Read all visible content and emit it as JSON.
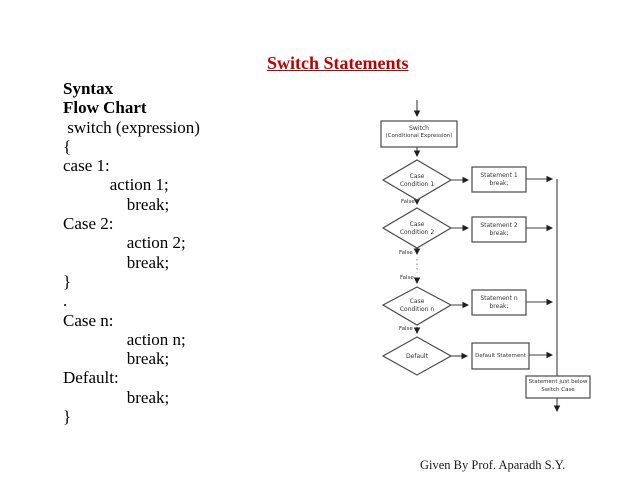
{
  "title": "Switch Statements",
  "syntax": {
    "lines": [
      {
        "text": "Syntax",
        "bold": true
      },
      {
        "text": "Flow Chart",
        "bold": true
      },
      {
        "text": " switch (expression)",
        "bold": false
      },
      {
        "text": "{",
        "bold": false
      },
      {
        "text": "case 1:",
        "bold": false
      },
      {
        "text": "           action 1;",
        "bold": false
      },
      {
        "text": "               break;",
        "bold": false
      },
      {
        "text": "Case 2:",
        "bold": false
      },
      {
        "text": "               action 2;",
        "bold": false
      },
      {
        "text": "               break;",
        "bold": false
      },
      {
        "text": "}",
        "bold": false
      },
      {
        "text": ".",
        "bold": false
      },
      {
        "text": "Case n:",
        "bold": false
      },
      {
        "text": "               action n;",
        "bold": false
      },
      {
        "text": "               break;",
        "bold": false
      },
      {
        "text": "Default:",
        "bold": false
      },
      {
        "text": "               break;",
        "bold": false
      },
      {
        "text": "}",
        "bold": false
      }
    ]
  },
  "flowchart": {
    "switch_box": {
      "line1": "Switch",
      "line2": "(Conditional Expression)"
    },
    "case1": {
      "line1": "Case",
      "line2": "Condition 1"
    },
    "stmt1": {
      "line1": "Statement 1",
      "line2": "break;"
    },
    "case2": {
      "line1": "Case",
      "line2": "Condition 2"
    },
    "stmt2": {
      "line1": "Statement 2",
      "line2": "break;"
    },
    "casen": {
      "line1": "Case",
      "line2": "Condition n"
    },
    "stmtn": {
      "line1": "Statement n",
      "line2": "break;"
    },
    "default_diamond": {
      "line1": "Default"
    },
    "default_box": {
      "line1": "Default Statement"
    },
    "below_box": {
      "line1": "Statement just below",
      "line2": "Switch Case"
    },
    "false_labels": [
      "False",
      "False",
      "False",
      "False"
    ]
  },
  "footer": "Given By Prof. Aparadh S.Y.",
  "colors": {
    "title_red": "#c00000",
    "body_text": "#000000",
    "flow_stroke": "#4a4a4a",
    "flow_text": "#333333"
  }
}
